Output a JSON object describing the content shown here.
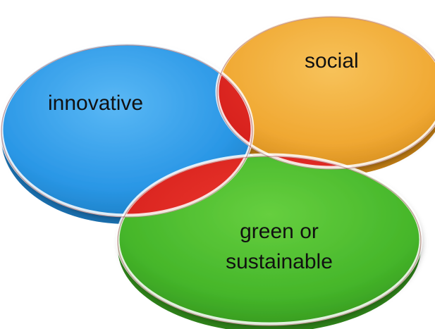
{
  "labels": {
    "innovative": "innovative",
    "social": "social",
    "green_line1": "green or",
    "green_line2": "sustainable"
  },
  "colors": {
    "innovative": "#2a97e6",
    "social": "#f0a832",
    "green": "#45b62a",
    "overlap": "#d7211d"
  }
}
